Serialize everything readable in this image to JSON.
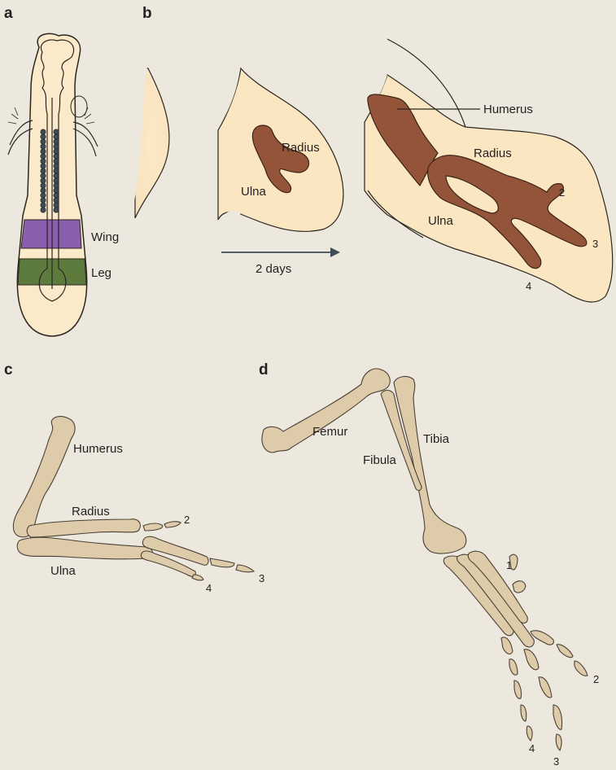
{
  "panels": {
    "a": {
      "letter": "a",
      "wing_label": "Wing",
      "leg_label": "Leg",
      "colors": {
        "wing": "#8a5fae",
        "leg": "#5d7b3c"
      }
    },
    "b": {
      "letter": "b",
      "time_label": "2 days",
      "early_labels": {
        "radius": "Radius",
        "ulna": "Ulna"
      },
      "late_labels": {
        "humerus": "Humerus",
        "radius": "Radius",
        "ulna": "Ulna",
        "digit2": "2",
        "digit3": "3",
        "digit4": "4"
      },
      "colors": {
        "cartilage": "#93543a",
        "limb_bud": "#fbe6c2"
      }
    },
    "c": {
      "letter": "c",
      "labels": {
        "humerus": "Humerus",
        "radius": "Radius",
        "ulna": "Ulna",
        "digit2": "2",
        "digit3": "3",
        "digit4": "4"
      }
    },
    "d": {
      "letter": "d",
      "labels": {
        "femur": "Femur",
        "tibia": "Tibia",
        "fibula": "Fibula",
        "digit1": "1",
        "digit2": "2",
        "digit3": "3",
        "digit4": "4"
      }
    }
  },
  "colors": {
    "background": "#ede8de",
    "bone": "#ddcbaa",
    "somite": "#3f4b55"
  }
}
